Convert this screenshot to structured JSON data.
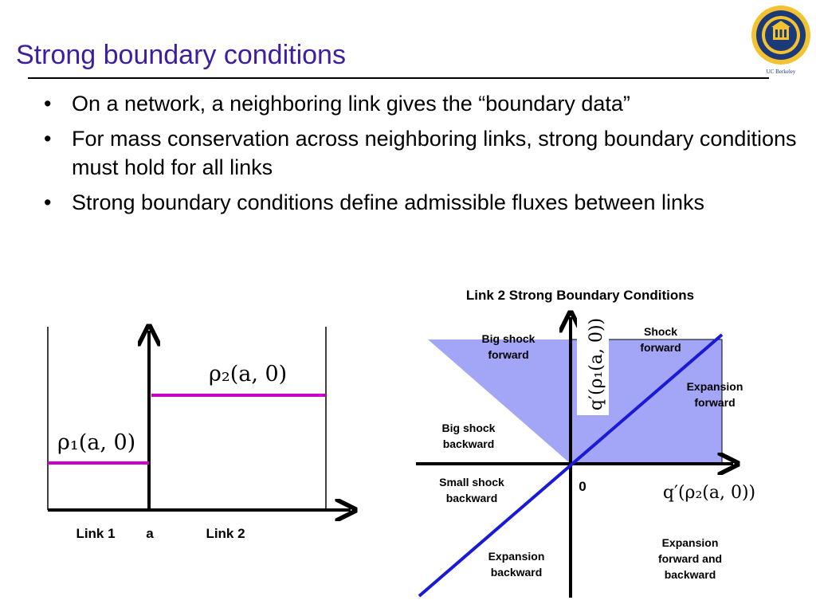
{
  "slide": {
    "title": "Strong boundary conditions",
    "logo_text": "UC Berkeley",
    "bullets": [
      {
        "marker": "•",
        "text": "On a network, a neighboring link gives the “boundary data”"
      },
      {
        "marker": "•",
        "text": "For mass conservation across neighboring links,  strong boundary conditions must hold for all links"
      },
      {
        "marker": "•",
        "text": "Strong boundary conditions define admissible fluxes between links"
      }
    ]
  },
  "left_figure": {
    "rho1_label": "ρ₁(a, 0)",
    "rho2_label": "ρ₂(a, 0)",
    "link1_label": "Link 1",
    "a_label": "a",
    "link2_label": "Link 2",
    "line_color": "#cc00cc"
  },
  "right_figure": {
    "title": "Link 2 Strong Boundary Conditions",
    "y_axis_label": "q′(ρ₁(a, 0))",
    "x_axis_label": "q′(ρ₂(a, 0))",
    "origin_label": "0",
    "region_color": "#a3a6f7",
    "diagonal_color": "#1a1ad6",
    "regions": {
      "big_shock_forward": "Big shock forward",
      "shock_forward": "Shock forward",
      "expansion_forward": "Expansion forward",
      "big_shock_backward": "Big shock backward",
      "small_shock_backward": "Small shock backward",
      "expansion_backward": "Expansion backward",
      "expansion_forward_and_backward": "Expansion forward and backward"
    }
  }
}
